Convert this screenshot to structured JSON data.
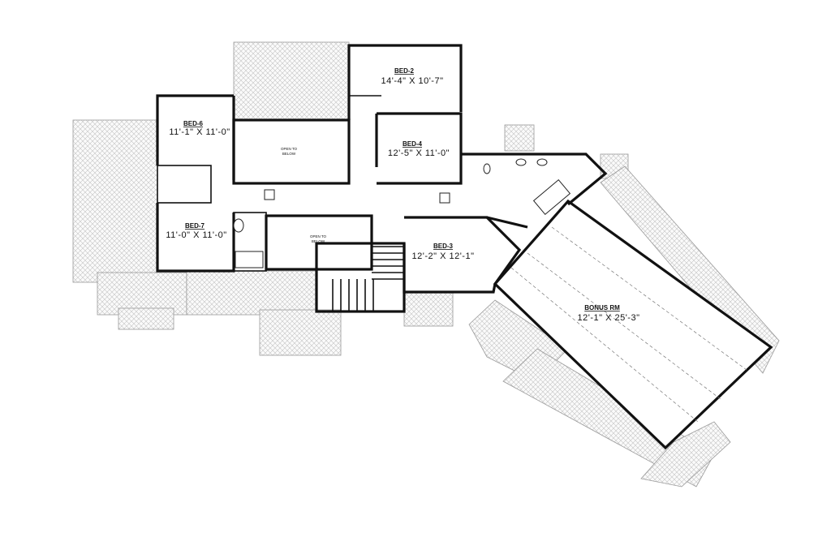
{
  "rooms": [
    {
      "id": "bed2",
      "name": "BED-2",
      "dims": "14'-4\" X 10'-7\""
    },
    {
      "id": "bed4",
      "name": "BED-4",
      "dims": "12'-5\" X 11'-0\""
    },
    {
      "id": "bed6",
      "name": "BED-6",
      "dims": "11'-1\" X 11'-0\""
    },
    {
      "id": "bed7",
      "name": "BED-7",
      "dims": "11'-0\" X 11'-0\""
    },
    {
      "id": "bed3",
      "name": "BED-3",
      "dims": "12'-2\" X 12'-1\""
    },
    {
      "id": "bonus",
      "name": "BONUS RM",
      "dims": "12'-1\" X 25'-3\""
    }
  ],
  "open_to_below": [
    {
      "line1": "OPEN TO",
      "line2": "BELOW"
    },
    {
      "line1": "OPEN TO",
      "line2": "BELOW"
    }
  ],
  "colors": {
    "wall": "#111111",
    "roof_hatch": "#b5b5b5",
    "background": "#ffffff"
  }
}
